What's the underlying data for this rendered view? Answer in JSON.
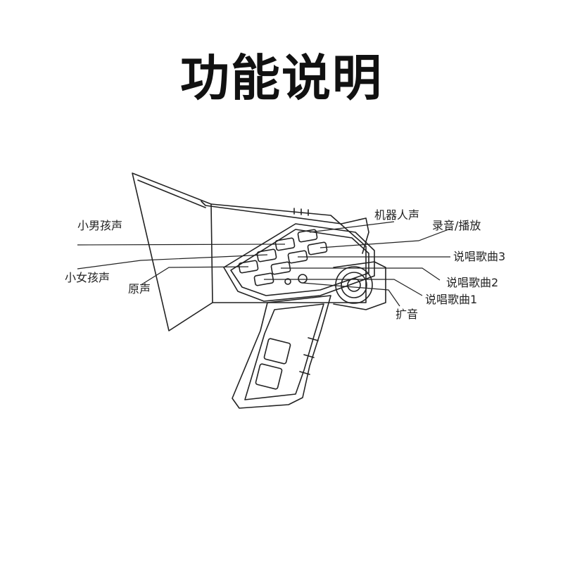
{
  "title": "功能说明",
  "labels": {
    "robot_voice": "机器人声",
    "boy_voice": "小男孩声",
    "record_play": "录音/播放",
    "song_3": "说唱歌曲3",
    "girl_voice": "小女孩声",
    "song_2": "说唱歌曲2",
    "original_voice": "原声",
    "song_1": "说唱歌曲1",
    "amplify": "扩音"
  },
  "colors": {
    "line": "#222222",
    "text": "#222222"
  }
}
